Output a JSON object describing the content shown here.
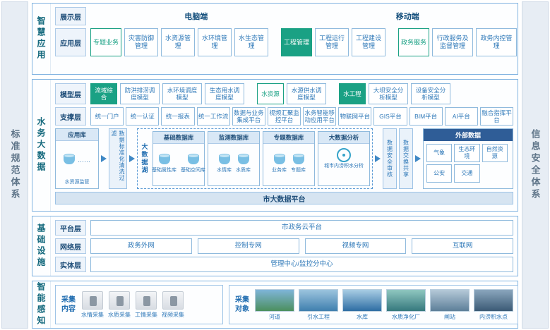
{
  "frame": {
    "left_bar": "标准规范体系",
    "right_bar": "信息安全体系"
  },
  "smart_app": {
    "label": "智慧应用",
    "display": {
      "label": "展示层",
      "pc": "电脑端",
      "mobile": "移动端"
    },
    "app": {
      "label": "应用层",
      "items": [
        "专题业务",
        "灾害防御管理",
        "水资源管理",
        "水环境管理",
        "水生态管理",
        "工程管理",
        "工程运行管理",
        "工程建设管理",
        "政务服务",
        "行政服务及监督管理",
        "政务内控管理"
      ]
    }
  },
  "big_data": {
    "label": "水务大数据",
    "model": {
      "label": "模型层",
      "items": [
        "流域综合",
        "防洪排涝调度模型",
        "水环境调度模型",
        "生态用水调度模型",
        "水资源",
        "水源供水调度模型",
        "水工程",
        "大坝安全分析模型",
        "设备安全分析模型"
      ]
    },
    "support": {
      "label": "支撑层",
      "items": [
        "统一门户",
        "统一认证",
        "统一报表",
        "统一工作流",
        "数据与业务集成平台",
        "视频汇聚监控平台",
        "水务智能移动应用平台",
        "物联网平台",
        "GIS平台",
        "BIM平台",
        "AI平台",
        "融合指挥平台"
      ]
    },
    "flow": {
      "app_db": {
        "label": "应用库",
        "caption": "水资源监管",
        "ellipsis": "……"
      },
      "filter": "数据标准化清洗过滤",
      "lake": {
        "label": "大数据湖",
        "basic": {
          "label": "基础数据库",
          "cylinders": [
            "基础属性库",
            "基础空间库"
          ]
        },
        "monitor": {
          "label": "监测数据库",
          "cylinders": [
            "水情库",
            "水质库"
          ]
        },
        "thematic": {
          "label": "专题数据库",
          "cylinders": [
            "业务库",
            "专题库"
          ]
        },
        "analysis": {
          "label": "大数据分析",
          "caption": "城市内涝积水分析"
        }
      },
      "audit": "数据安全审核",
      "exchange": "数据交换共享",
      "external": {
        "label": "外部数据",
        "items": [
          "气象",
          "生态环境",
          "自然资源",
          "公安",
          "交通"
        ]
      }
    },
    "platform_bar": "市大数据平台"
  },
  "infra": {
    "label": "基础设施",
    "platform": {
      "label": "平台层",
      "item": "市政务云平台"
    },
    "network": {
      "label": "网络层",
      "items": [
        "政务外网",
        "控制专网",
        "视频专网",
        "互联网"
      ]
    },
    "entity": {
      "label": "实体层",
      "item": "管理中心/监控分中心"
    }
  },
  "sense": {
    "label": "智能感知",
    "content": {
      "label": "采集内容",
      "items": [
        "水情采集",
        "水质采集",
        "工情采集",
        "视频采集"
      ]
    },
    "target": {
      "label": "采集对象",
      "items": [
        "河道",
        "引水工程",
        "水库",
        "水质净化厂",
        "闸站",
        "内涝积水点"
      ]
    }
  }
}
